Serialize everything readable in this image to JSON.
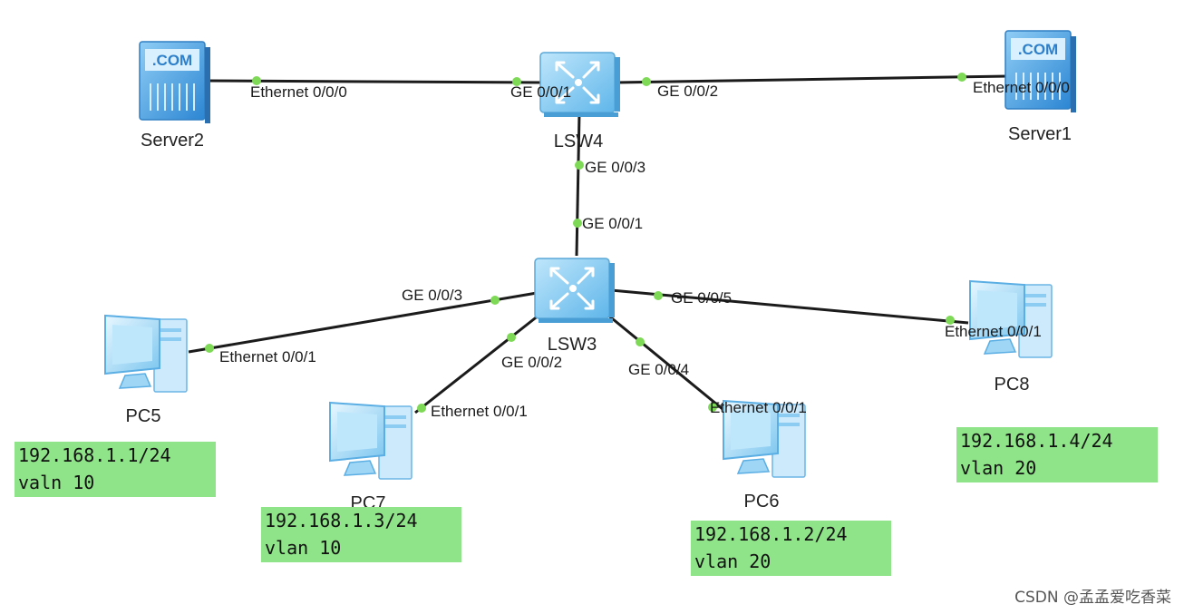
{
  "devices": {
    "server2": "Server2",
    "server1": "Server1",
    "lsw4": "LSW4",
    "lsw3": "LSW3",
    "pc5": "PC5",
    "pc7": "PC7",
    "pc6": "PC6",
    "pc8": "PC8",
    "server_screen_text": ".COM"
  },
  "ports": {
    "server2_eth": "Ethernet 0/0/0",
    "lsw4_ge1": "GE 0/0/1",
    "lsw4_ge2": "GE 0/0/2",
    "server1_eth": "Ethernet 0/0/0",
    "lsw4_ge3": "GE 0/0/3",
    "lsw3_ge1": "GE 0/0/1",
    "lsw3_ge3": "GE 0/0/3",
    "pc5_eth": "Ethernet 0/0/1",
    "lsw3_ge2": "GE 0/0/2",
    "pc7_eth": "Ethernet 0/0/1",
    "lsw3_ge4": "GE 0/0/4",
    "pc6_eth": "Ethernet 0/0/1",
    "lsw3_ge5": "GE 0/0/5",
    "pc8_eth": "Ethernet 0/0/1"
  },
  "notes": {
    "pc5": {
      "ip": "192.168.1.1/24",
      "vlan": "valn 10"
    },
    "pc7": {
      "ip": "192.168.1.3/24",
      "vlan": "vlan 10"
    },
    "pc6": {
      "ip": "192.168.1.2/24",
      "vlan": "vlan 20"
    },
    "pc8": {
      "ip": "192.168.1.4/24",
      "vlan": "vlan 20"
    }
  },
  "watermark": "CSDN @孟孟爱吃香菜",
  "colors": {
    "link": "#1b1b1b",
    "port_dot": "#7ed957",
    "note_bg": "#8fe388",
    "device_blue": "#3f9be0"
  }
}
